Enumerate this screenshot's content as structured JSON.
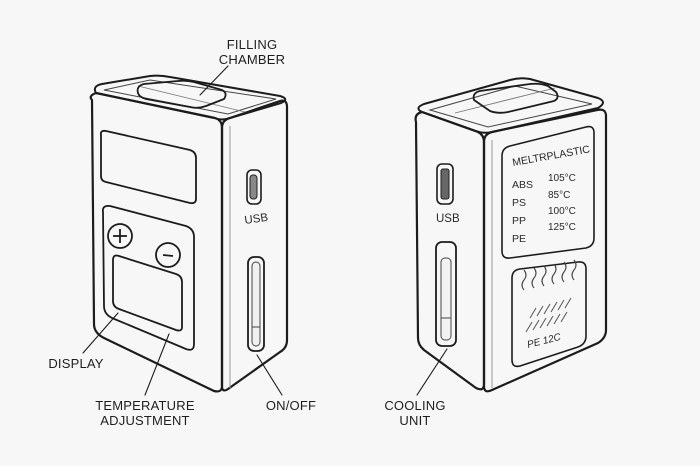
{
  "labels": {
    "filling_chamber": [
      "FILLING",
      "CHAMBER"
    ],
    "display": "DISPLAY",
    "temperature_adjustment": [
      "TEMPERATURE",
      "ADJUSTMENT"
    ],
    "on_off": "ON/OFF",
    "cooling_unit": [
      "COOLING",
      "UNIT"
    ],
    "usb_left": "USB",
    "usb_right": "USB"
  },
  "buttons": {
    "plus": "+",
    "minus": "−"
  },
  "meltplastic_panel": {
    "title": "MELTRPLASTIC",
    "rows": [
      {
        "material": "ABS",
        "temp": "105°C"
      },
      {
        "material": "PS",
        "temp": "85°C"
      },
      {
        "material": "PP",
        "temp": "100°C"
      },
      {
        "material": "PE",
        "temp": "125°C"
      }
    ]
  },
  "cooling_vent_text": "PE 12C",
  "colors": {
    "background": "#f7f7f7",
    "body_light": "#ececec",
    "body_side": "#e0e0e0",
    "screen": "#bdbdbd",
    "outline": "#1c1c1c"
  }
}
